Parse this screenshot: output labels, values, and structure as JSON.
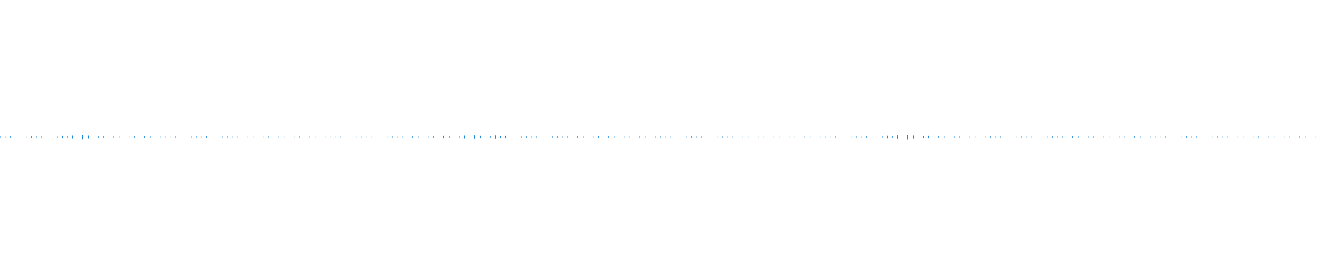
{
  "app": {
    "view": "audio-waveform",
    "state": "near-silent-signal"
  },
  "colors": {
    "background": "#ffffff",
    "waveform": "#1e88d8",
    "baseline": "#3ea0e6"
  },
  "waveform": {
    "amplitude_range": [
      -1,
      1
    ],
    "peaks": [
      0.005,
      0.006,
      0.004,
      0.007,
      0.005,
      0.006,
      0.008,
      0.01,
      0.014,
      0.009,
      0.006,
      0.005,
      0.004,
      0.006,
      0.007,
      0.005,
      0.004,
      0.005,
      0.006,
      0.005,
      0.007,
      0.006,
      0.005,
      0.004,
      0.003,
      0.004,
      0.005,
      0.004,
      0.004,
      0.005,
      0.004,
      0.003,
      0.003,
      0.004,
      0.003,
      0.004,
      0.003,
      0.004,
      0.005,
      0.004,
      0.006,
      0.005,
      0.006,
      0.008,
      0.007,
      0.01,
      0.012,
      0.009,
      0.011,
      0.008,
      0.007,
      0.006,
      0.005,
      0.008,
      0.006,
      0.005,
      0.006,
      0.005,
      0.007,
      0.006,
      0.005,
      0.004,
      0.005,
      0.006,
      0.005,
      0.004,
      0.005,
      0.006,
      0.005,
      0.004,
      0.005,
      0.004,
      0.003,
      0.004,
      0.003,
      0.003,
      0.004,
      0.003,
      0.004,
      0.003,
      0.004,
      0.005,
      0.004,
      0.005,
      0.006,
      0.007,
      0.009,
      0.012,
      0.015,
      0.011,
      0.008,
      0.006,
      0.007,
      0.005,
      0.004,
      0.005,
      0.006,
      0.005,
      0.004,
      0.005,
      0.004,
      0.005,
      0.006,
      0.005,
      0.007,
      0.006,
      0.005,
      0.004,
      0.005,
      0.004,
      0.006,
      0.005,
      0.004,
      0.005,
      0.004,
      0.006,
      0.005,
      0.004,
      0.005,
      0.004,
      0.003,
      0.004,
      0.005,
      0.004,
      0.003,
      0.004,
      0.005,
      0.004
    ]
  }
}
